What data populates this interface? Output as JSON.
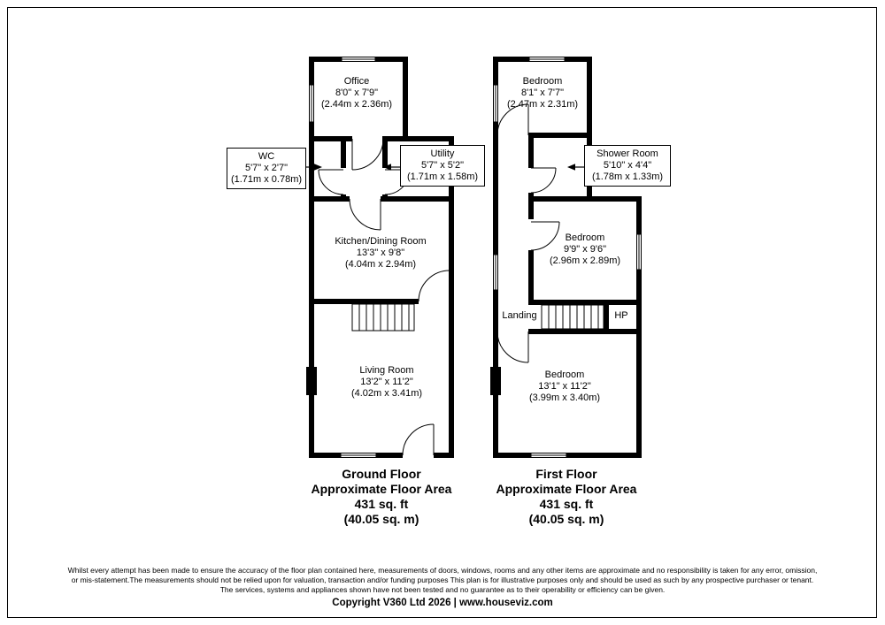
{
  "page": {
    "disclaimer_lines": [
      "Whilst every attempt has been made to ensure the accuracy of the floor plan contained here, measurements of doors, windows, rooms and any other items are approximate and no responsibility is taken for any error, omission,",
      "or mis-statement.The measurements should not be relied upon for valuation, transaction and/or funding purposes This plan is for illustrative purposes only and should be used as such by any prospective purchaser or tenant.",
      "The services, systems and appliances shown have not been tested and no guarantee as to their operability or efficiency can be given."
    ],
    "copyright": "Copyright V360 Ltd 2026 | www.houseviz.com"
  },
  "ground_floor": {
    "caption": {
      "title": "Ground Floor",
      "subtitle": "Approximate Floor Area",
      "area_ft": "431 sq. ft",
      "area_m": "(40.05 sq. m)"
    },
    "rooms": {
      "office": {
        "name": "Office",
        "imperial": "8'0\" x 7'9\"",
        "metric": "(2.44m x 2.36m)"
      },
      "wc": {
        "name": "WC",
        "imperial": "5'7\" x 2'7\"",
        "metric": "(1.71m x 0.78m)"
      },
      "utility": {
        "name": "Utility",
        "imperial": "5'7\" x 5'2\"",
        "metric": "(1.71m x 1.58m)"
      },
      "kitchen": {
        "name": "Kitchen/Dining Room",
        "imperial": "13'3\" x 9'8\"",
        "metric": "(4.04m x 2.94m)"
      },
      "living": {
        "name": "Living Room",
        "imperial": "13'2\" x 11'2\"",
        "metric": "(4.02m x 3.41m)"
      }
    }
  },
  "first_floor": {
    "caption": {
      "title": "First Floor",
      "subtitle": "Approximate Floor Area",
      "area_ft": "431 sq. ft",
      "area_m": "(40.05 sq. m)"
    },
    "rooms": {
      "bedroom1": {
        "name": "Bedroom",
        "imperial": "8'1\" x 7'7\"",
        "metric": "(2.47m x 2.31m)"
      },
      "shower": {
        "name": "Shower Room",
        "imperial": "5'10\" x 4'4\"",
        "metric": "(1.78m x 1.33m)"
      },
      "bedroom2": {
        "name": "Bedroom",
        "imperial": "9'9\" x 9'6\"",
        "metric": "(2.96m x 2.89m)"
      },
      "landing": {
        "name": "Landing"
      },
      "hp": {
        "name": "HP"
      },
      "bedroom3": {
        "name": "Bedroom",
        "imperial": "13'1\" x 11'2\"",
        "metric": "(3.99m x 3.40m)"
      }
    }
  }
}
